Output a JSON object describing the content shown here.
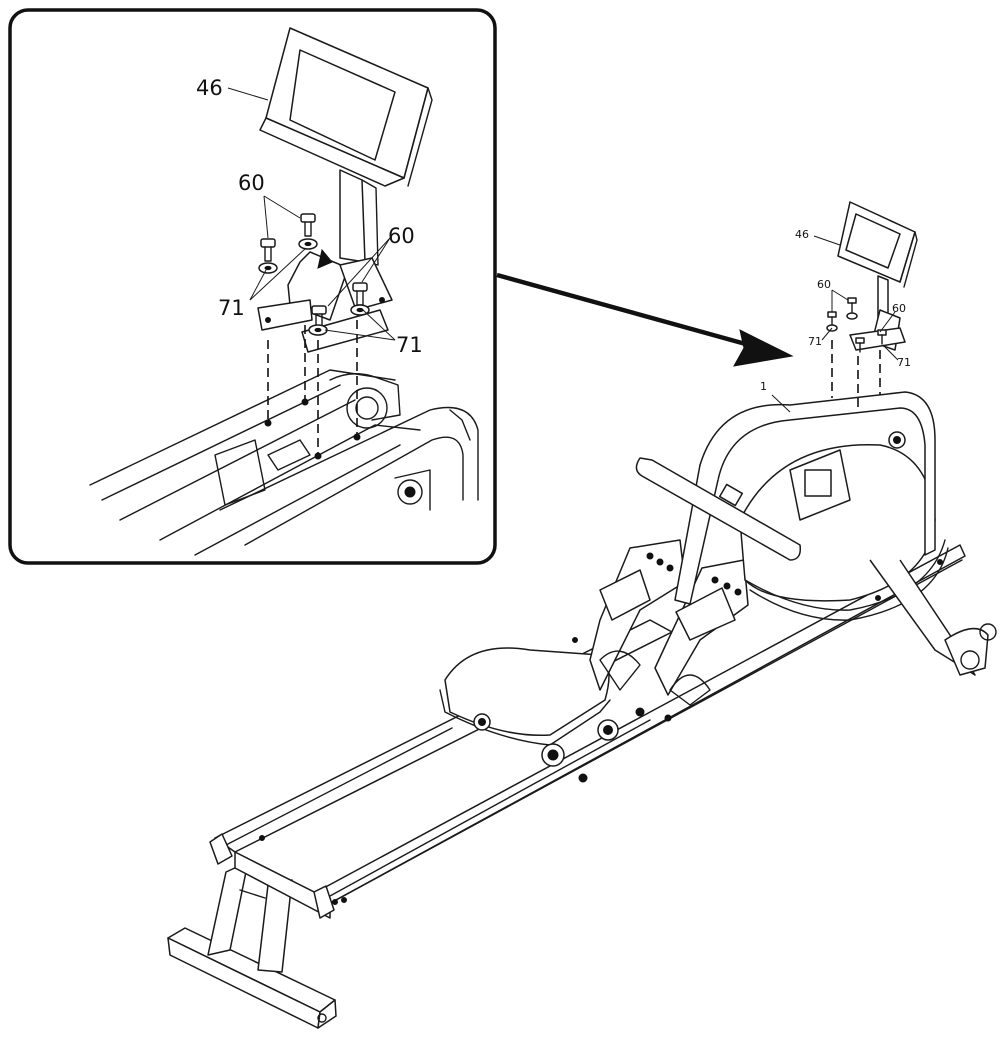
{
  "inset": {
    "labels": {
      "console": "46",
      "bolt_left": "60",
      "bolt_right": "60",
      "washer_left": "71",
      "washer_right": "71"
    }
  },
  "main": {
    "labels": {
      "console": "46",
      "bolt_left": "60",
      "bolt_right": "60",
      "washer_left": "71",
      "washer_right": "71",
      "frame": "1"
    }
  }
}
